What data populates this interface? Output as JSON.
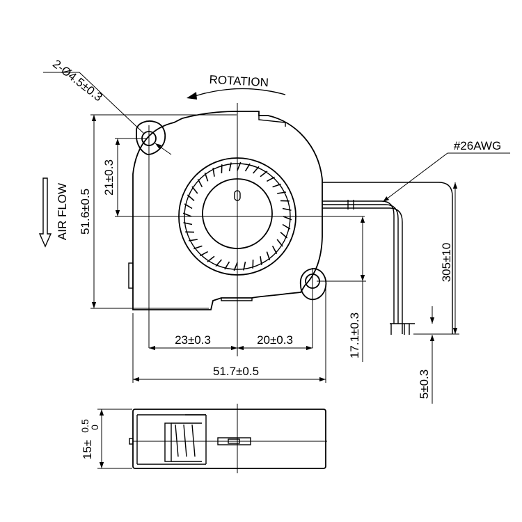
{
  "drawing": {
    "hole_callout": "2-Ø4.5±0.3",
    "rotation_label": "ROTATION",
    "air_flow_label": "AIR FLOW",
    "wire_gauge_label": "#26AWG",
    "dimensions": {
      "height_total": "51.6±0.5",
      "hole_vertical": "21±0.3",
      "hole_left_offset": "23±0.3",
      "hole_right_offset": "20±0.3",
      "width_total": "51.7±0.5",
      "hole_to_bottom": "17.1±0.3",
      "lead_length": "305±10",
      "strip_length": "5±0.3",
      "thickness": "15±",
      "thickness_tol_upper": "0.5",
      "thickness_tol_lower": "0"
    }
  }
}
